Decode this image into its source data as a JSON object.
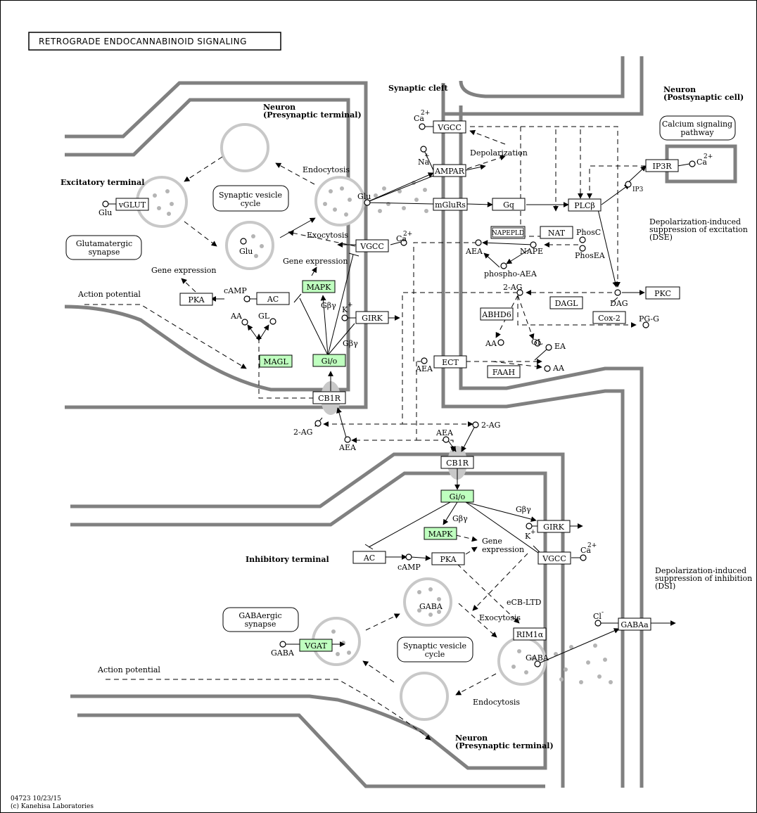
{
  "title": "RETROGRADE ENDOCANNABINOID SIGNALING",
  "footer": {
    "line1": "04723 10/23/15",
    "line2": "(c) Kanehisa Laboratories"
  },
  "regions": {
    "presynaptic_top_l1": "Neuron",
    "presynaptic_top_l2": "(Presynaptic terminal)",
    "synaptic_cleft": "Synaptic cleft",
    "postsynaptic_l1": "Neuron",
    "postsynaptic_l2": "(Postsynaptic cell)",
    "excitatory": "Excitatory terminal",
    "inhibitory": "Inhibitory terminal",
    "presynaptic_bottom_l1": "Neuron",
    "presynaptic_bottom_l2": "(Presynaptic terminal)"
  },
  "maps": {
    "synaptic_vesicle_top_l1": "Synaptic vesicle",
    "synaptic_vesicle_top_l2": "cycle",
    "glutamatergic_l1": "Glutamatergic",
    "glutamatergic_l2": "synapse",
    "calcium_l1": "Calcium signaling",
    "calcium_l2": "pathway",
    "gabaergic_l1": "GABAergic",
    "gabaergic_l2": "synapse",
    "synaptic_vesicle_bottom_l1": "Synaptic vesicle",
    "synaptic_vesicle_bottom_l2": "cycle"
  },
  "annotations": {
    "dse_l1": "Depolarization-induced",
    "dse_l2": "suppression of excitation",
    "dse_l3": "(DSE)",
    "dsi_l1": "Depolarization-induced",
    "dsi_l2": "suppression of inhibition",
    "dsi_l3": "(DSI)",
    "action_potential_top": "Action potential",
    "action_potential_bottom": "Action potential",
    "depolarization": "Depolarization",
    "endocytosis_top": "Endocytosis",
    "exocytosis_top": "Exocytosis",
    "gene_expression_top_left": "Gene expression",
    "gene_expression_top": "Gene expression",
    "gene_expression_bottom_l1": "Gene",
    "gene_expression_bottom_l2": "expression",
    "exocytosis_bottom": "Exocytosis",
    "endocytosis_bottom": "Endocytosis",
    "ecb_ltd": "eCB-LTD"
  },
  "genes": {
    "vglut": "vGLUT",
    "vgcc_top": "VGCC",
    "ampar": "AMPAR",
    "vgcc_pre": "VGCC",
    "mglurs": "mGluRs",
    "gq": "Gq",
    "plcb": "PLCβ",
    "ip3r": "IP3R",
    "nat": "NAT",
    "napepld": "NAPEPLD",
    "pka_top": "PKA",
    "ac_top": "AC",
    "mapk_top": "MAPK",
    "girk_top": "GIRK",
    "magl": "MAGL",
    "gio_top": "Gi/o",
    "cb1r_top": "CB1R",
    "dagl": "DAGL",
    "abhd6": "ABHD6",
    "pkc": "PKC",
    "cox2": "Cox-2",
    "ect": "ECT",
    "faah": "FAAH",
    "cb1r_bottom": "CB1R",
    "gio_bottom": "Gi/o",
    "mapk_bottom": "MAPK",
    "girk_bottom": "GIRK",
    "ac_bottom": "AC",
    "pka_bottom": "PKA",
    "vgcc_bottom": "VGCC",
    "gabaa": "GABAa",
    "rim1a": "RIM1α",
    "vgat": "VGAT"
  },
  "compounds": {
    "ca_top": "Ca",
    "ca_top_sup": "2+",
    "na": "Na",
    "na_sup": "+",
    "glu_cleft": "Glu",
    "glu_left": "Glu",
    "glu_vesicle": "Glu",
    "ca_pre": "Ca",
    "ca_pre_sup": "2+",
    "ca_post": "Ca",
    "ca_post_sup": "2+",
    "ip3": "IP3",
    "phosc": "PhosC",
    "phosea": "PhosEA",
    "nape": "NAPE",
    "aea_post": "AEA",
    "phospho_aea": "phospho-AEA",
    "camp_top": "cAMP",
    "k_top": "K",
    "k_top_sup": "+",
    "gby_top1": "Gβγ",
    "gby_top2": "Gβγ",
    "aa_top": "AA",
    "gl_top": "GL",
    "two_ag_post": "2-AG",
    "dag": "DAG",
    "pg_g": "PG-G",
    "aa_post": "AA",
    "gl_post": "GL",
    "ea": "EA",
    "aea_ect": "AEA",
    "aa_ect": "AA",
    "two_ag_cleft_left": "2-AG",
    "aea_cleft_left": "AEA",
    "aea_cleft_right": "AEA",
    "two_ag_cleft_right": "2-AG",
    "gby_bottom1": "Gβγ",
    "gby_bottom2": "Gβγ",
    "k_bottom": "K",
    "k_bottom_sup": "+",
    "camp_bottom": "cAMP",
    "ca_bottom": "Ca",
    "ca_bottom_sup": "2+",
    "gaba_vesicle_top": "GABA",
    "gaba_left": "GABA",
    "gaba_release": "GABA",
    "cl": "Cl",
    "cl_sup": "-"
  },
  "colors": {
    "gene_fill": "#bfffbf",
    "membrane": "#808080",
    "vesicle": "#c8c8c8"
  }
}
